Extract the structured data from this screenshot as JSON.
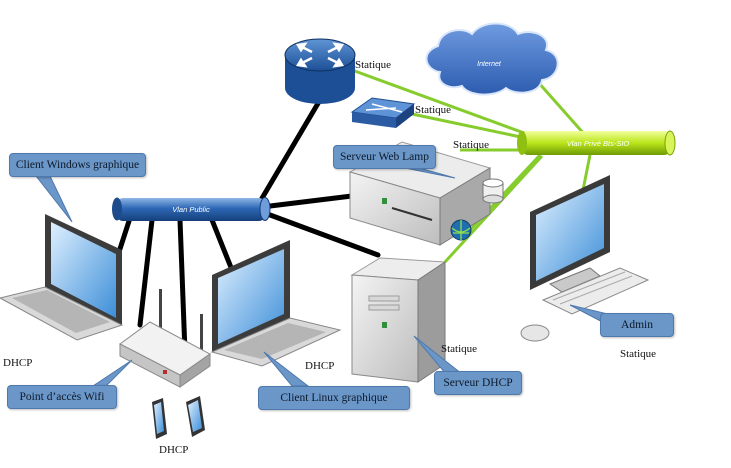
{
  "cloud_label": "Internet",
  "vlan_public": "Vlan Public",
  "vlan_private": "Vlan Privé Bts-SIO",
  "labels": {
    "router": "Statique",
    "switch": "Statique",
    "web_server": "Statique",
    "dhcp_server": "Statique",
    "admin": "Statique",
    "client_windows": "DHCP",
    "client_linux": "DHCP",
    "tablets": "DHCP"
  },
  "callouts": {
    "client_windows": "Client Windows graphique",
    "web_lamp": "Serveur Web Lamp",
    "wifi": "Point d’accès Wifi",
    "linux": "Client Linux graphique",
    "dhcp_server": "Serveur DHCP",
    "admin": "Admin"
  }
}
